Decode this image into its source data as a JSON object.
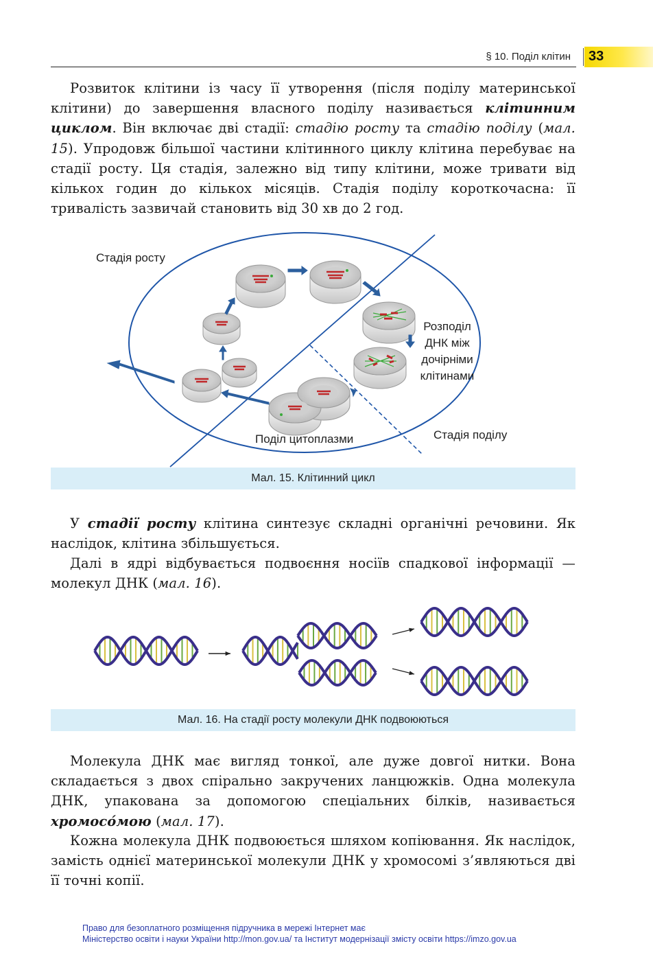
{
  "header": {
    "section": "§ 10. Поділ клітин",
    "page_number": "33"
  },
  "para1": {
    "t1": "Розвиток клітини із часу її утворення (після поділу материнської клітини) до завершення власного поділу називається ",
    "t2": "клітинним циклом",
    "t3": ". Він включає дві стадії: ",
    "t4": "стадію росту",
    "t5": " та ",
    "t6": "стадію поділу",
    "t7": " (",
    "t8": "мал. 15",
    "t9": "). Упродовж більшої частини клітинного циклу клітина перебуває на стадії росту. Ця стадія, залежно від типу клітини, може тривати від кількох годин до кількох місяців. Стадія поділу короткочасна: її тривалість зазвичай становить від 30 хв до 2 год."
  },
  "fig15": {
    "label_growth": "Стадія росту",
    "label_distribution_1": "Розподіл",
    "label_distribution_2": "ДНК між",
    "label_distribution_3": "дочірніми",
    "label_distribution_4": "клітинами",
    "label_cytoplasm": "Поділ цитоплазми",
    "label_division": "Стадія поділу",
    "caption": "Мал. 15. Клітинний цикл",
    "colors": {
      "outline": "#1e55a8",
      "arrow": "#2c5f9e",
      "chromosome": "#c0282a",
      "spindle": "#3aaa3a"
    }
  },
  "para2": {
    "t1": "У ",
    "t2": "стадії росту",
    "t3": " клітина синтезує складні органічні речовини. Як наслідок, клітина збільшується."
  },
  "para3": {
    "t1": "Далі в ядрі відбувається подвоєння носіїв спадкової інформації — молекул ДНК (",
    "t2": "мал. 16",
    "t3": ")."
  },
  "fig16": {
    "caption": "Мал. 16. На стадії росту молекули ДНК подвоюються",
    "colors": {
      "backbone": "#3a2f8a",
      "rung_yellow": "#d8c040",
      "rung_green": "#6aa840"
    }
  },
  "para4": {
    "t1": "Молекула ДНК має вигляд тонкої, але дуже довгої нитки. Вона складається з двох спірально закручених ланцюжків. Одна молекула ДНК, упакована за допомогою спеціальних білків, називається ",
    "t2": "хромосо́мою",
    "t3": " (",
    "t4": "мал. 17",
    "t5": ")."
  },
  "para5": {
    "t1": "Кожна молекула ДНК подвоюється шляхом копіювання. Як наслідок, замість однієї материнської молекули ДНК у хромосомі з’являються дві її точні копії."
  },
  "footer": {
    "line1": "Право для безоплатного розміщення підручника в мережі Інтернет має",
    "line2": "Міністерство освіти і науки України http://mon.gov.ua/ та Інститут модернізації змісту освіти https://imzo.gov.ua"
  }
}
